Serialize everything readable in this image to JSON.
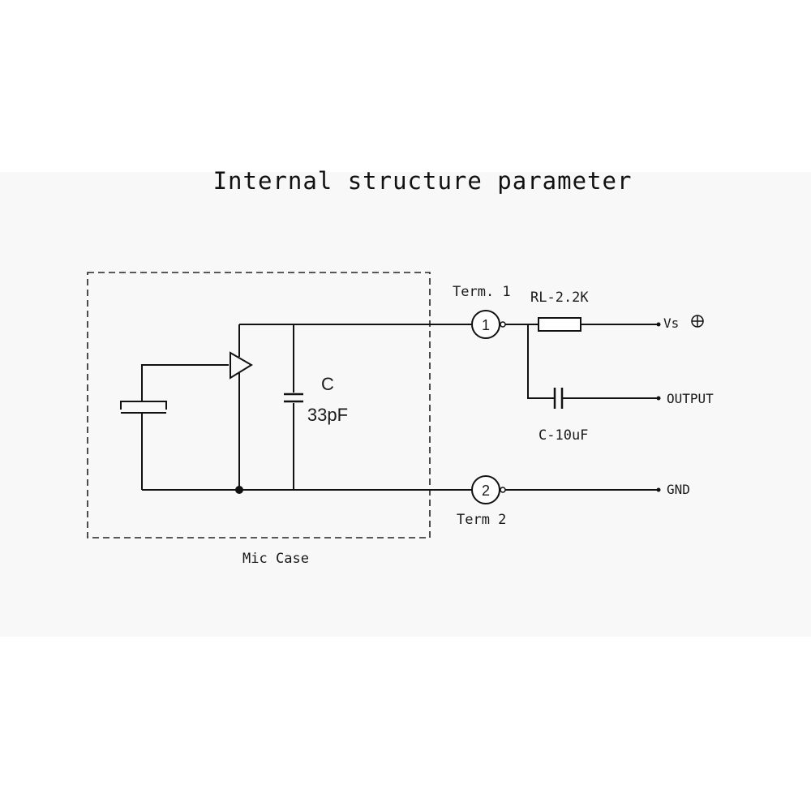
{
  "title": "Internal structure parameter",
  "labels": {
    "term1": "Term. 1",
    "term2": "Term 2",
    "term1_num": "1",
    "term2_num": "2",
    "resistor": "RL-2.2K",
    "vs": "Vs",
    "output": "OUTPUT",
    "gnd": "GND",
    "cap_output": "C-10uF",
    "cap_internal_name": "C",
    "cap_internal_value": "33pF",
    "mic_case": "Mic Case"
  }
}
